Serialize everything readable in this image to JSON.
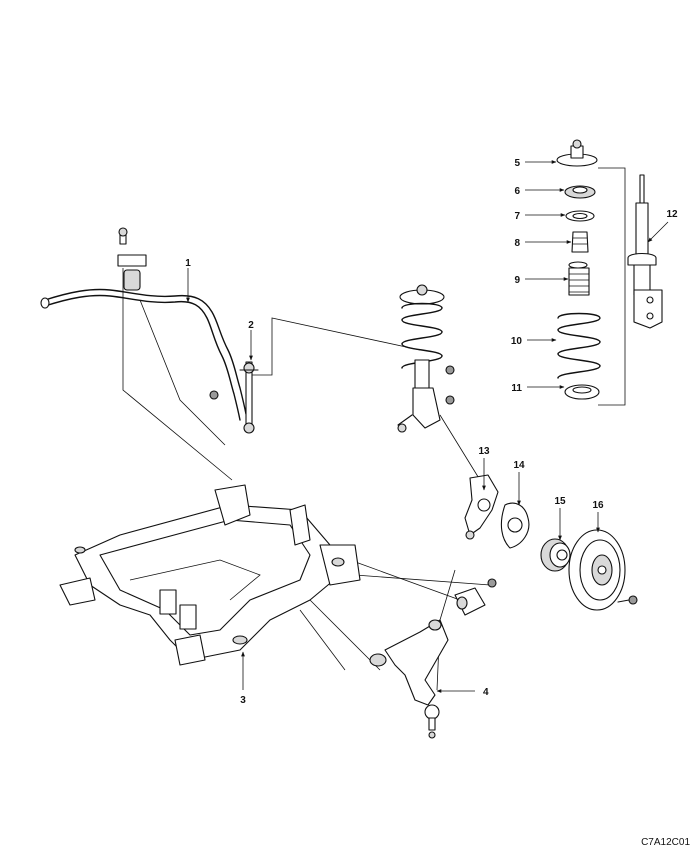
{
  "diagram": {
    "figure_code": "C7A12C01",
    "callouts": [
      {
        "id": "c1",
        "label": "1"
      },
      {
        "id": "c2",
        "label": "2"
      },
      {
        "id": "c3",
        "label": "3"
      },
      {
        "id": "c4",
        "label": "4"
      },
      {
        "id": "c5",
        "label": "5"
      },
      {
        "id": "c6",
        "label": "6"
      },
      {
        "id": "c7",
        "label": "7"
      },
      {
        "id": "c8",
        "label": "8"
      },
      {
        "id": "c9",
        "label": "9"
      },
      {
        "id": "c10",
        "label": "10"
      },
      {
        "id": "c11",
        "label": "11"
      },
      {
        "id": "c12",
        "label": "12"
      },
      {
        "id": "c13",
        "label": "13"
      },
      {
        "id": "c14",
        "label": "14"
      },
      {
        "id": "c15",
        "label": "15"
      },
      {
        "id": "c16",
        "label": "16"
      }
    ]
  }
}
